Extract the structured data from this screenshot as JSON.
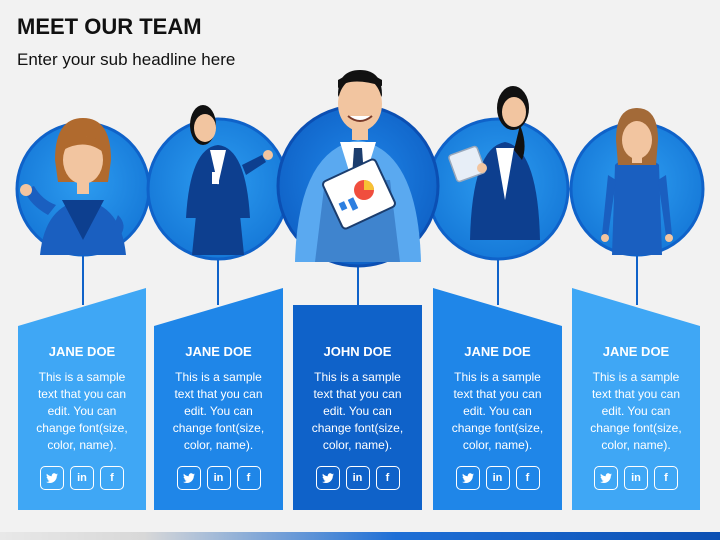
{
  "header": {
    "title": "MEET OUR TEAM",
    "subtitle": "Enter your sub headline here"
  },
  "colors": {
    "light": "#3fa7f5",
    "mid": "#1f86e8",
    "dark": "#0f62c9",
    "accent_dark": "#0b4fb3"
  },
  "members": [
    {
      "name": "JANE DOE",
      "desc": [
        "This is a sample",
        "text that you can",
        "edit. You can",
        "change font(size,",
        "color, name)."
      ],
      "socials": [
        "twitter-icon",
        "linkedin-icon",
        "facebook-icon"
      ]
    },
    {
      "name": "JANE DOE",
      "desc": [
        "This is a sample",
        "text that you can",
        "edit. You can",
        "change font(size,",
        "color, name)."
      ],
      "socials": [
        "twitter-icon",
        "linkedin-icon",
        "facebook-icon"
      ]
    },
    {
      "name": "JOHN DOE",
      "desc": [
        "This is a sample",
        "text that you can",
        "edit. You can",
        "change font(size,",
        "color, name)."
      ],
      "socials": [
        "twitter-icon",
        "linkedin-icon",
        "facebook-icon"
      ]
    },
    {
      "name": "JANE DOE",
      "desc": [
        "This is a sample",
        "text that you can",
        "edit. You can",
        "change font(size,",
        "color, name)."
      ],
      "socials": [
        "twitter-icon",
        "linkedin-icon",
        "facebook-icon"
      ]
    },
    {
      "name": "JANE DOE",
      "desc": [
        "This is a sample",
        "text that you can",
        "edit. You can",
        "change font(size,",
        "color, name)."
      ],
      "socials": [
        "twitter-icon",
        "linkedin-icon",
        "facebook-icon"
      ]
    }
  ],
  "social_labels": {
    "linkedin": "in",
    "facebook": "f"
  }
}
